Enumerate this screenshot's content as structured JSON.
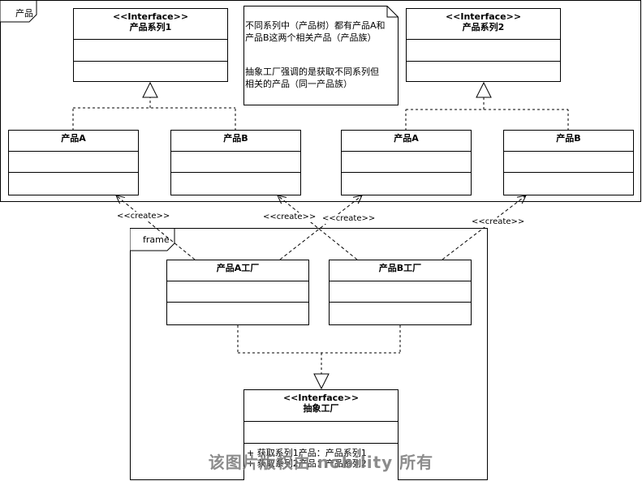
{
  "frames": {
    "product": "产品",
    "frame": "frame"
  },
  "classes": {
    "series1": {
      "stereotype": "<<Interface>>",
      "name": "产品系列1"
    },
    "series2": {
      "stereotype": "<<Interface>>",
      "name": "产品系列2"
    },
    "prodA1": {
      "name": "产品A"
    },
    "prodB1": {
      "name": "产品B"
    },
    "prodA2": {
      "name": "产品A"
    },
    "prodB2": {
      "name": "产品B"
    },
    "factoryA": {
      "name": "产品A工厂"
    },
    "factoryB": {
      "name": "产品B工厂"
    },
    "abstractFactory": {
      "stereotype": "<<Interface>>",
      "name": "抽象工厂",
      "methods": [
        "+ 获取系列1产品：产品系列1",
        "+ 获取系列2产品：产品系列2"
      ]
    }
  },
  "note": {
    "line1": "不同系列中（产品树）都有产品A和",
    "line2": "产品B这两个相关产品（产品族）",
    "line3": "抽象工厂强调的是获取不同系列但",
    "line4": "相关的产品（同一产品族）"
  },
  "dependency_label": "<<create>>",
  "watermark": "该图片版权由 nobility 所有",
  "colors": {
    "line": "#000000",
    "background": "#ffffff"
  }
}
